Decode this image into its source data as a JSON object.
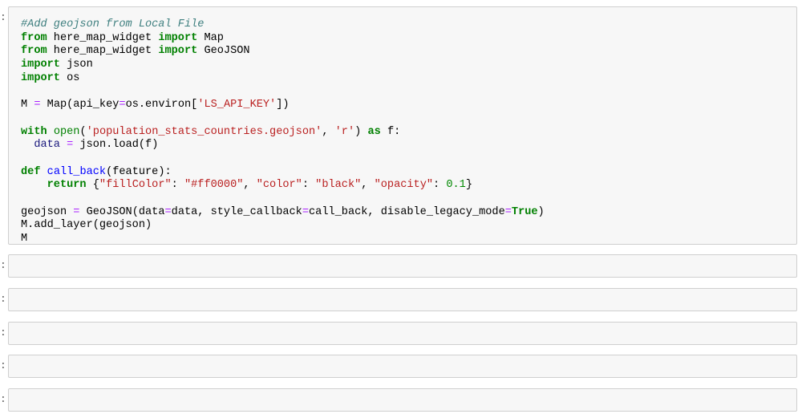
{
  "prompt_char": ":",
  "code_cell": {
    "lines": [
      [
        [
          "#Add geojson from Local File",
          "cm"
        ]
      ],
      [
        [
          "from",
          "kw"
        ],
        [
          " here_map_widget ",
          ""
        ],
        [
          "import",
          "kw"
        ],
        [
          " Map",
          ""
        ]
      ],
      [
        [
          "from",
          "kw"
        ],
        [
          " here_map_widget ",
          ""
        ],
        [
          "import",
          "kw"
        ],
        [
          " GeoJSON",
          ""
        ]
      ],
      [
        [
          "import",
          "kw"
        ],
        [
          " json",
          ""
        ]
      ],
      [
        [
          "import",
          "kw"
        ],
        [
          " os",
          ""
        ]
      ],
      [],
      [
        [
          "M ",
          ""
        ],
        [
          "=",
          "op"
        ],
        [
          " Map(api_key",
          ""
        ],
        [
          "=",
          "op"
        ],
        [
          "os.environ[",
          ""
        ],
        [
          "'LS_API_KEY'",
          "st"
        ],
        [
          "])",
          ""
        ]
      ],
      [],
      [
        [
          "with",
          "kw"
        ],
        [
          " ",
          ""
        ],
        [
          "open",
          "bi"
        ],
        [
          "(",
          ""
        ],
        [
          "'population_stats_countries.geojson'",
          "st"
        ],
        [
          ", ",
          ""
        ],
        [
          "'r'",
          "st"
        ],
        [
          ") ",
          ""
        ],
        [
          "as",
          "kw"
        ],
        [
          " f:",
          ""
        ]
      ],
      [
        [
          "  ",
          ""
        ],
        [
          "data",
          "vr"
        ],
        [
          " ",
          ""
        ],
        [
          "=",
          "op"
        ],
        [
          " json.load(f)",
          ""
        ]
      ],
      [],
      [
        [
          "def",
          "kw"
        ],
        [
          " ",
          ""
        ],
        [
          "call_back",
          "fn"
        ],
        [
          "(feature):",
          ""
        ]
      ],
      [
        [
          "    ",
          ""
        ],
        [
          "return",
          "kw"
        ],
        [
          " {",
          ""
        ],
        [
          "\"fillColor\"",
          "st"
        ],
        [
          ": ",
          ""
        ],
        [
          "\"#ff0000\"",
          "st"
        ],
        [
          ", ",
          ""
        ],
        [
          "\"color\"",
          "st"
        ],
        [
          ": ",
          ""
        ],
        [
          "\"black\"",
          "st"
        ],
        [
          ", ",
          ""
        ],
        [
          "\"opacity\"",
          "st"
        ],
        [
          ": ",
          ""
        ],
        [
          "0.1",
          "nu"
        ],
        [
          "}",
          ""
        ]
      ],
      [],
      [
        [
          "geojson ",
          ""
        ],
        [
          "=",
          "op"
        ],
        [
          " GeoJSON(data",
          ""
        ],
        [
          "=",
          "op"
        ],
        [
          "data, style_callback",
          ""
        ],
        [
          "=",
          "op"
        ],
        [
          "call_back, disable_legacy_mode",
          ""
        ],
        [
          "=",
          "op"
        ],
        [
          "True",
          "kw"
        ],
        [
          ")",
          ""
        ]
      ],
      [
        [
          "M.add_layer(geojson)",
          ""
        ]
      ],
      [
        [
          "M",
          ""
        ]
      ]
    ]
  },
  "empty_cells": 5
}
